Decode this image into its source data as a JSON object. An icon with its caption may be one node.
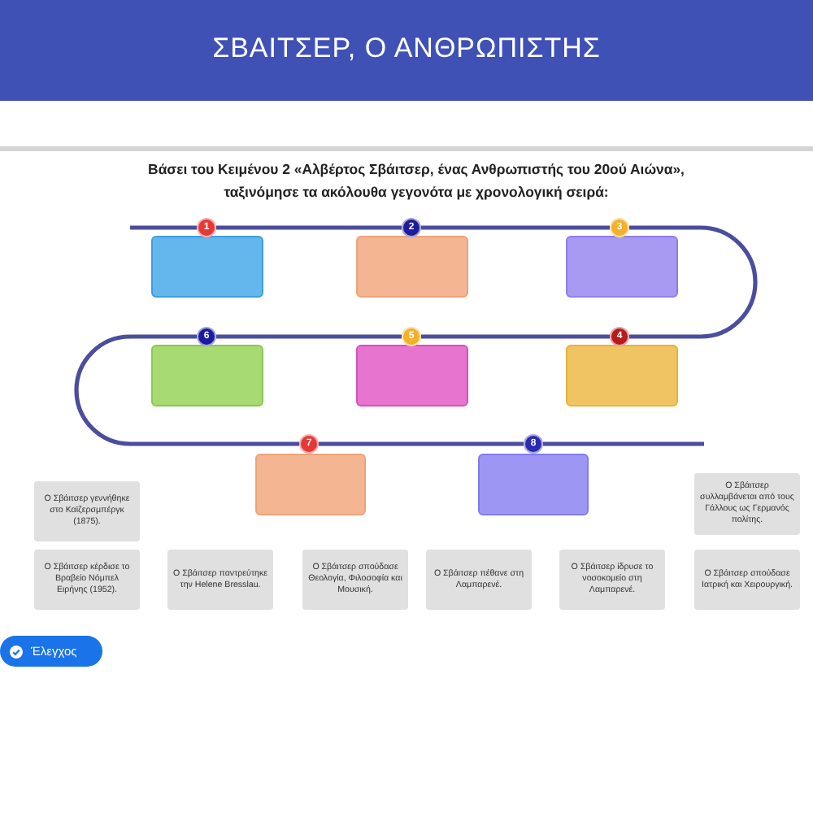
{
  "diagram": {
    "title": "ΣΒΑΙΤΣΕΡ, Ο ΑΝΘΡΩΠΙΣΤΗΣ",
    "nodes": [
      {
        "text": [
          "1"
        ]
      },
      {
        "text": [],
        "shape": "box"
      },
      {
        "text": [
          "2"
        ]
      },
      {
        "text": [],
        "shape": "box"
      },
      {
        "text": [
          "3"
        ]
      },
      {
        "text": [],
        "shape": "box"
      },
      {
        "text": [
          "6"
        ]
      },
      {
        "text": [],
        "shape": "box"
      },
      {
        "text": [
          "5"
        ]
      },
      {
        "text": [],
        "shape": "box"
      },
      {
        "text": [
          "4"
        ]
      },
      {
        "text": [],
        "shape": "box"
      },
      {
        "text": [
          "Ο Σβάιτσερ γεννήθηκε στο Καϊζερσμπέργκ (1875)."
        ]
      },
      {
        "text": [
          "7"
        ]
      },
      {
        "text": [],
        "shape": "box"
      },
      {
        "text": [
          "8"
        ]
      },
      {
        "text": [],
        "shape": "box"
      },
      {
        "text": [
          "Ο Σβάιτσερ συλλαμβάνεται από τους Γάλλους ως Γερμανός πολίτης."
        ]
      },
      {
        "text": [
          "Ο Σβάιτσερ κέρδισε το Βραβείο Νόμπελ Ειρήνης (1952)."
        ]
      },
      {
        "text": [
          "Ο Σβάιτσερ παντρεύτηκε την Helene Bresslau."
        ]
      },
      {
        "text": [
          "Ο Σβάιτσερ σπούδασε Θεολογία, Φιλοσοφία και Μουσική."
        ]
      },
      {
        "text": [
          "Ο Σβάιτσερ πέθανε στη Λαμπαρενέ."
        ]
      },
      {
        "text": [
          "Ο Σβάιτσερ ίδρυσε το νοσοκομείο στη Λαμπαρενέ."
        ]
      },
      {
        "text": [
          "Ο Σβάιτσερ σπούδασε Ιατρική και Χειρουργική."
        ]
      }
    ],
    "edges": [
      {
        "from": null,
        "to": 0,
        "arrow": "none"
      },
      {
        "from": 0,
        "to": 2,
        "arrow": "none"
      },
      {
        "from": 2,
        "to": 4,
        "arrow": "none"
      },
      {
        "from": 4,
        "to": 10,
        "arrow": "none"
      },
      {
        "from": 10,
        "to": 8,
        "arrow": "none"
      },
      {
        "from": 8,
        "to": 6,
        "arrow": "none"
      },
      {
        "from": 6,
        "to": 13,
        "arrow": "none"
      },
      {
        "from": 13,
        "to": 15,
        "arrow": "none"
      },
      {
        "from": 15,
        "to": null,
        "arrow": "none"
      }
    ],
    "labels": [
      "Βάσει του Κειμένου 2 «Αλβέρτος Σβάιτσερ, ένας Ανθρωπιστής του 20ού Αιώνα», ταξινόμησε τα ακόλουθα γεγονότα με χρονολογική σειρά:",
      "Έλεγχος"
    ]
  }
}
